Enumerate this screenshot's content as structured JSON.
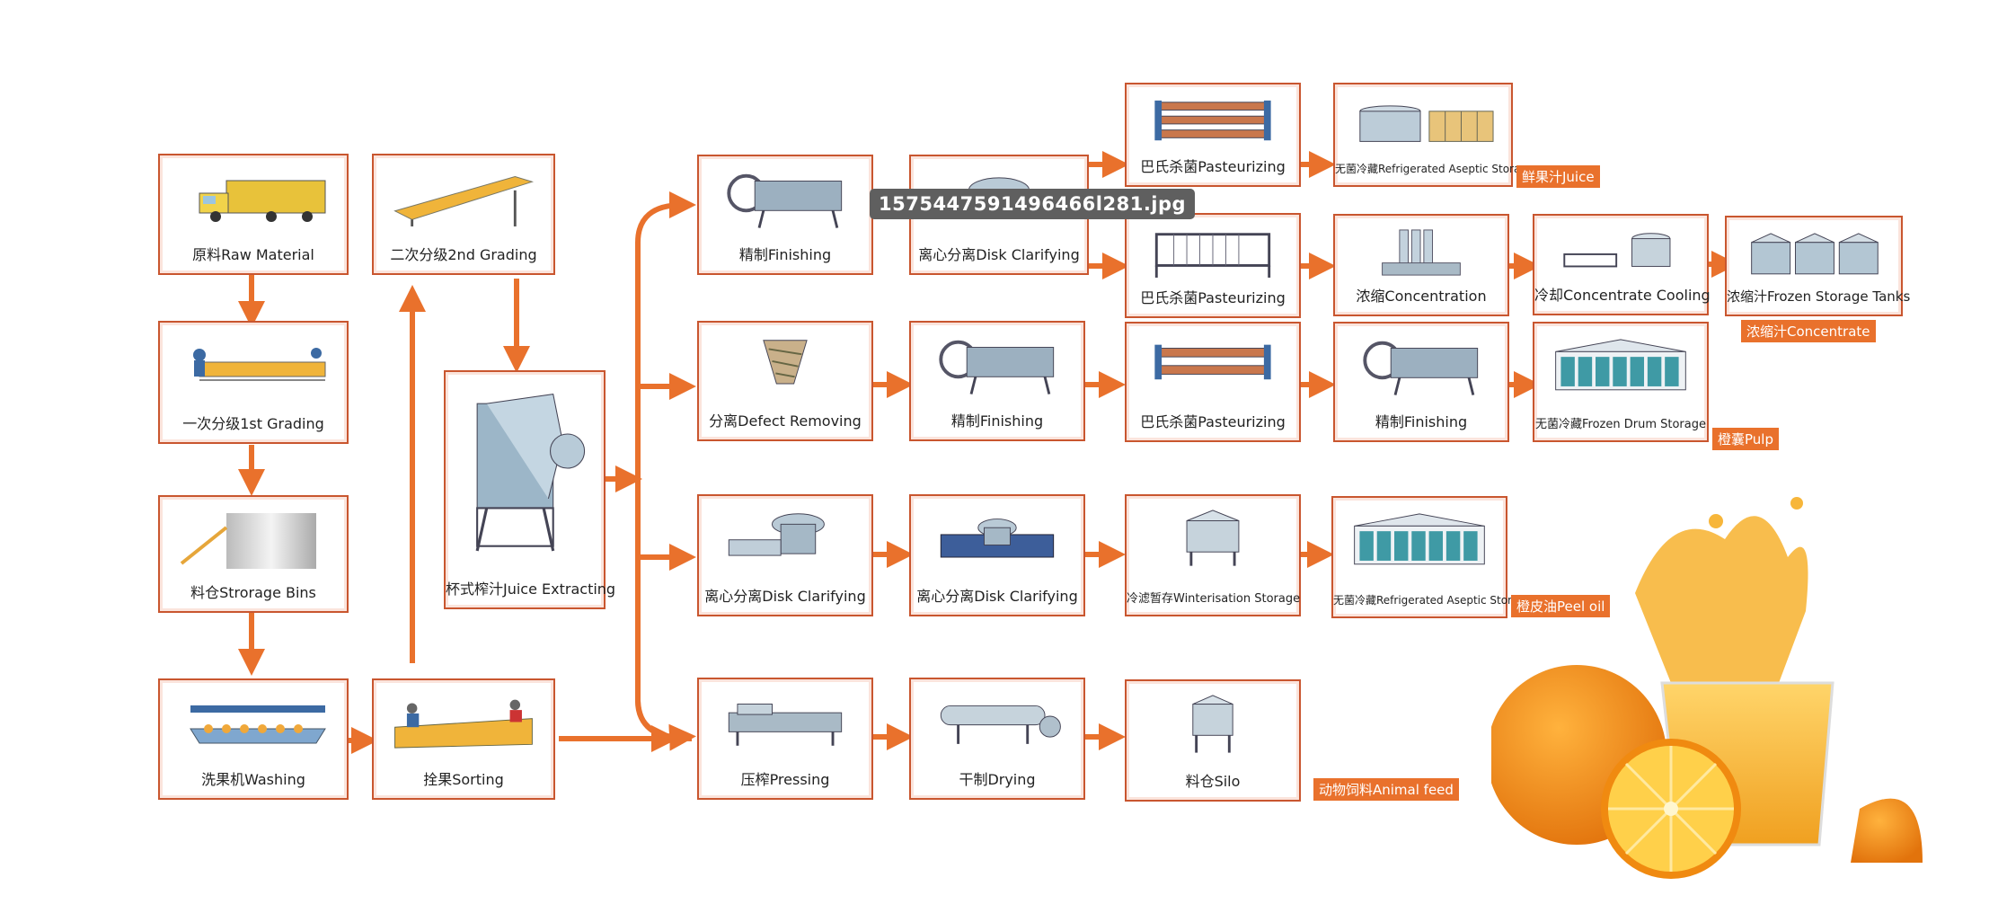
{
  "filename_tooltip": "1575447591496466l281.jpg",
  "steps": {
    "raw_material": "原料Raw Material",
    "grading_1st": "一次分级1st Grading",
    "storage_bins": "料仓Strorage Bins",
    "washing": "洗果机Washing",
    "sorting": "拴果Sorting",
    "grading_2nd": "二次分级2nd Grading",
    "juice_extracting": "杯式榨汁Juice Extracting",
    "finishing_1": "精制Finishing",
    "disk_clarifying_1": "离心分离Disk Clarifying",
    "pasteurizing_1": "巴氏杀菌Pasteurizing",
    "refrigerated_aseptic_1": "无菌冷藏Refrigerated Aseptic Storage",
    "pasteurizing_2": "巴氏杀菌Pasteurizing",
    "concentration": "浓缩Concentration",
    "concentrate_cooling": "冷却Concentrate Cooling",
    "frozen_storage_tanks": "浓缩汁Frozen Storage Tanks",
    "defect_removing": "分离Defect Removing",
    "finishing_2": "精制Finishing",
    "pasteurizing_3": "巴氏杀菌Pasteurizing",
    "finishing_3": "精制Finishing",
    "frozen_drum_storage": "无菌冷藏Frozen Drum Storage",
    "disk_clarifying_2": "离心分离Disk Clarifying",
    "disk_clarifying_3": "离心分离Disk Clarifying",
    "winterisation_storage": "冷滤暂存Winterisation Storage",
    "refrigerated_aseptic_2": "无菌冷藏Refrigerated Aseptic Storage",
    "pressing": "压榨Pressing",
    "drying": "干制Drying",
    "silo": "料仓Silo"
  },
  "outputs": {
    "juice": "鲜果汁Juice",
    "concentrate": "浓缩汁Concentrate",
    "pulp": "橙囊Pulp",
    "peel_oil": "橙皮油Peel oil",
    "animal_feed": "动物饲料Animal feed"
  },
  "colors": {
    "arrow": "#e9712c",
    "box_border": "#c9562f",
    "tag_bg": "#e9712c"
  }
}
